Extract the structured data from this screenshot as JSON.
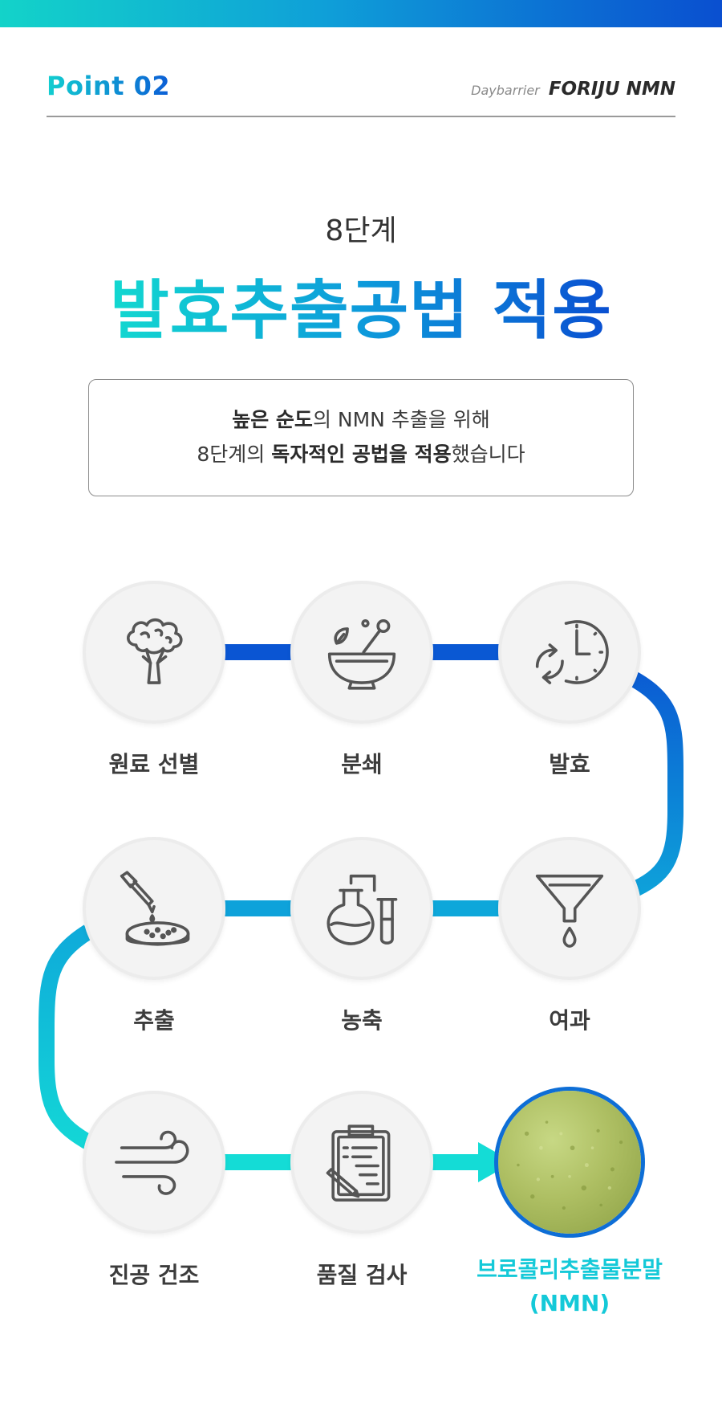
{
  "header": {
    "point_label": "Point 02",
    "brand_sub": "Daybarrier",
    "brand_main": "FORIJU NMN"
  },
  "hero": {
    "subtitle": "8단계",
    "title": "발효추출공법 적용"
  },
  "description": {
    "line1_bold": "높은 순도",
    "line1_rest": "의 NMN 추출을 위해",
    "line2_pre": "8단계의 ",
    "line2_bold1": "독자적인 공법을 적용",
    "line2_post": "했습니다"
  },
  "steps": [
    {
      "label": "원료 선별",
      "icon": "broccoli-icon"
    },
    {
      "label": "분쇄",
      "icon": "mortar-pestle-icon"
    },
    {
      "label": "발효",
      "icon": "clock-cycle-icon"
    },
    {
      "label": "여과",
      "icon": "funnel-icon"
    },
    {
      "label": "농축",
      "icon": "flask-icon"
    },
    {
      "label": "추출",
      "icon": "dropper-petri-icon"
    },
    {
      "label": "진공 건조",
      "icon": "wind-icon"
    },
    {
      "label": "품질 검사",
      "icon": "clipboard-icon"
    },
    {
      "label": "브로콜리추출물분말",
      "label2": "(NMN)",
      "icon": "powder-image"
    }
  ],
  "colors": {
    "flow_top": "#0a52d2",
    "flow_mid": "#0ea6da",
    "flow_bottom": "#14dcd6",
    "final_label": "#14c9d8"
  }
}
